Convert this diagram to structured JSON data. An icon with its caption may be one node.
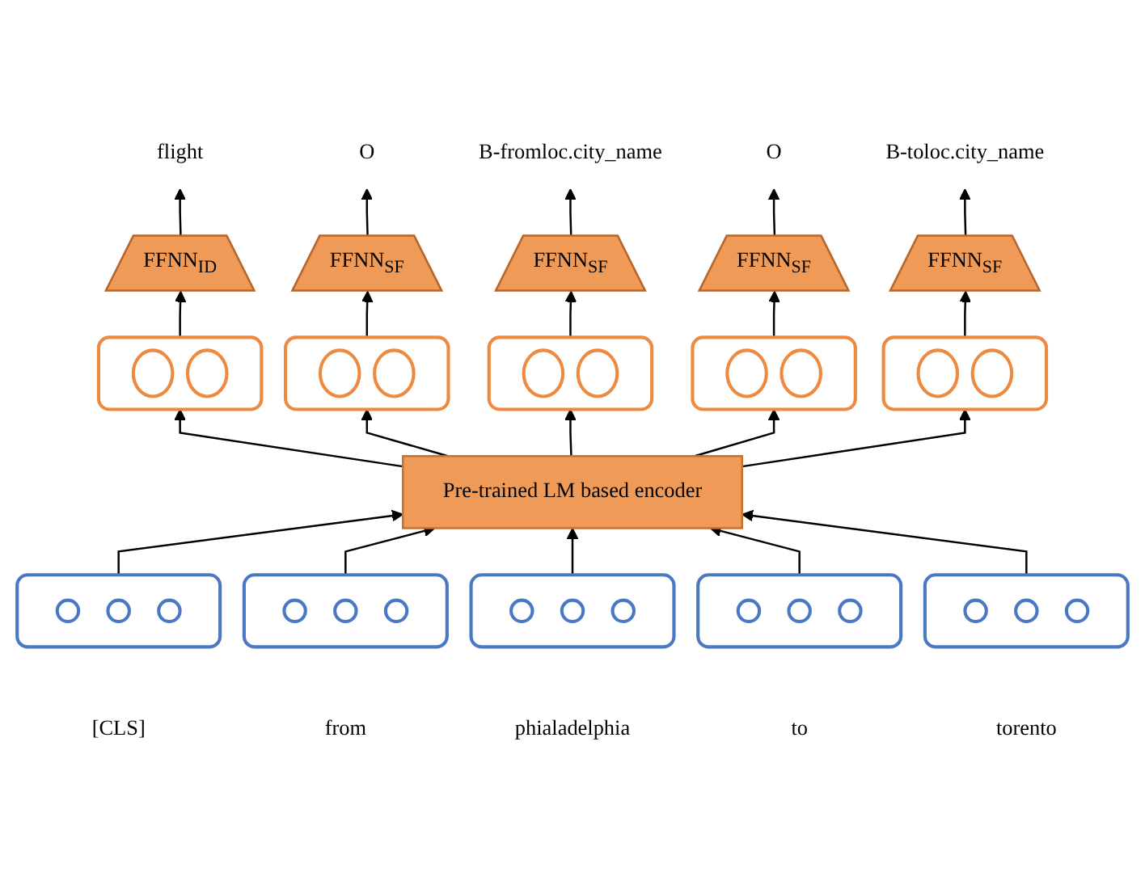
{
  "diagram": {
    "nodes": [
      {
        "text": [],
        "shape": "box",
        "beside": [
          "[CLS]"
        ]
      },
      {
        "text": [],
        "shape": "box",
        "beside": [
          "from"
        ]
      },
      {
        "text": [],
        "shape": "box",
        "beside": [
          "phialadelphia"
        ]
      },
      {
        "text": [],
        "shape": "box",
        "beside": [
          "to"
        ]
      },
      {
        "text": [],
        "shape": "box",
        "beside": [
          "torento"
        ]
      },
      {
        "text": [
          "Pre-trained LM based encoder"
        ]
      },
      {
        "text": [],
        "shape": "box"
      },
      {
        "text": [],
        "shape": "box"
      },
      {
        "text": [],
        "shape": "box"
      },
      {
        "text": [],
        "shape": "box"
      },
      {
        "text": [],
        "shape": "box"
      },
      {
        "text": [
          "FFNN$_{ID}$"
        ]
      },
      {
        "text": [
          "FFNN$_{SF}$"
        ]
      },
      {
        "text": [
          "FFNN$_{SF}$"
        ]
      },
      {
        "text": [
          "FFNN$_{SF}$"
        ]
      },
      {
        "text": [
          "FFNN$_{SF}$"
        ]
      },
      {
        "text": [
          "flight"
        ]
      },
      {
        "text": [
          "O"
        ]
      },
      {
        "text": [
          "B-fromloc.city_name"
        ]
      },
      {
        "text": [
          "O"
        ]
      },
      {
        "text": [
          "B-toloc.city_name"
        ]
      }
    ],
    "edges": [
      {
        "from": 0,
        "to": 5,
        "arrow": "to"
      },
      {
        "from": 1,
        "to": 5,
        "arrow": "to"
      },
      {
        "from": 2,
        "to": 5,
        "arrow": "to"
      },
      {
        "from": 3,
        "to": 5,
        "arrow": "to"
      },
      {
        "from": 4,
        "to": 5,
        "arrow": "to"
      },
      {
        "from": 5,
        "to": 6,
        "arrow": "to"
      },
      {
        "from": 5,
        "to": 7,
        "arrow": "to"
      },
      {
        "from": 5,
        "to": 8,
        "arrow": "to"
      },
      {
        "from": 5,
        "to": 9,
        "arrow": "to"
      },
      {
        "from": 5,
        "to": 10,
        "arrow": "to"
      },
      {
        "from": 6,
        "to": 11,
        "arrow": "to"
      },
      {
        "from": 7,
        "to": 12,
        "arrow": "to"
      },
      {
        "from": 8,
        "to": 13,
        "arrow": "to"
      },
      {
        "from": 9,
        "to": 14,
        "arrow": "to"
      },
      {
        "from": 10,
        "to": 15,
        "arrow": "to"
      },
      {
        "from": 11,
        "to": 16,
        "arrow": "to"
      },
      {
        "from": 12,
        "to": 17,
        "arrow": "to"
      },
      {
        "from": 13,
        "to": 18,
        "arrow": "to"
      },
      {
        "from": 14,
        "to": 19,
        "arrow": "to"
      },
      {
        "from": 15,
        "to": 20,
        "arrow": "to"
      }
    ]
  }
}
